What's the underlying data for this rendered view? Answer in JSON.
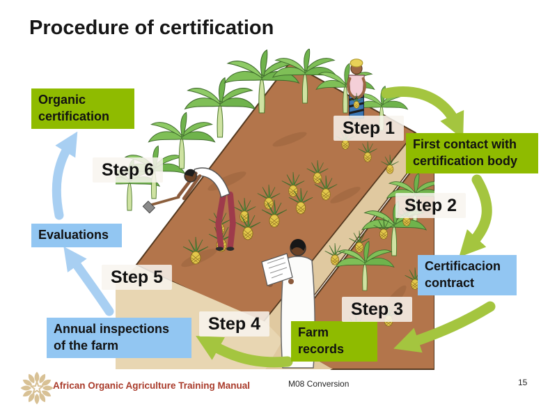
{
  "slide": {
    "title": "Procedure of certification"
  },
  "cycle": {
    "steps": [
      {
        "label": "Step 1",
        "box": "First contact with\ncertification body",
        "box_color": "green"
      },
      {
        "label": "Step 2",
        "box": "Certificacion\ncontract",
        "box_color": "blue"
      },
      {
        "label": "Step 3",
        "box": "Farm\nrecords",
        "box_color": "green"
      },
      {
        "label": "Step 4",
        "box": "Annual inspections\nof the farm",
        "box_color": "blue"
      },
      {
        "label": "Step 5",
        "box": "Evaluations",
        "box_color": "blue"
      },
      {
        "label": "Step 6",
        "box": "Organic\ncertification",
        "box_color": "green"
      }
    ]
  },
  "colors": {
    "green_box": "#8FBB00",
    "blue_box": "#92C6F2",
    "green_arrow": "#A4C53F",
    "blue_arrow": "#A8CFF2",
    "footer_red": "#A93B2B",
    "logo_tan": "#D8C195",
    "title_text": "#161616"
  },
  "footer": {
    "logo_icon": "wreath-star-logo",
    "manual_title": "African Organic Agriculture Training Manual",
    "module": "M08 Conversion",
    "page_number": "15"
  }
}
